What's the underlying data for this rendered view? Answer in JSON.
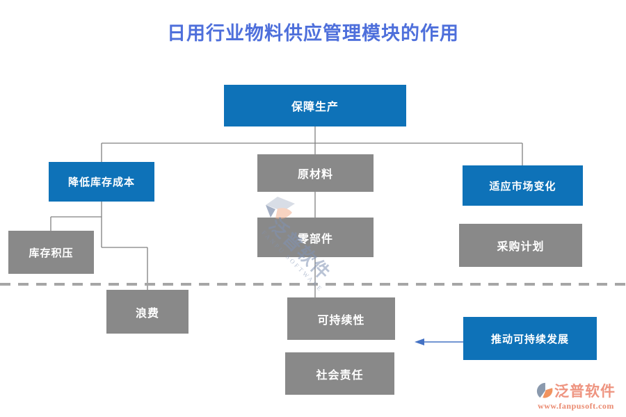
{
  "title": "日用行业物料供应管理模块的作用",
  "colors": {
    "title": "#4e6fdb",
    "blue_box": "#0e72b8",
    "gray_box": "#898989",
    "connector_line": "#808080",
    "dashed_divider": "#a6a6a6",
    "arrow": "#4472c4",
    "brand_text": "#ee9480"
  },
  "diagram": {
    "nodes": [
      {
        "label": "保障生产",
        "style": "blue"
      },
      {
        "label": "降低库存成本",
        "style": "blue"
      },
      {
        "label": "原材料",
        "style": "gray"
      },
      {
        "label": "适应市场变化",
        "style": "blue"
      },
      {
        "label": "库存积压",
        "style": "gray"
      },
      {
        "label": "零部件",
        "style": "gray"
      },
      {
        "label": "采购计划",
        "style": "gray"
      },
      {
        "label": "浪费",
        "style": "gray"
      },
      {
        "label": "可持续性",
        "style": "gray"
      },
      {
        "label": "推动可持续发展",
        "style": "blue"
      },
      {
        "label": "社会责任",
        "style": "gray"
      }
    ]
  },
  "watermark": {
    "text_cn": "泛普软件",
    "text_en": "FANPU SOFTWARE"
  },
  "brand": {
    "name": "泛普软件",
    "url": "www.fanpusoft.com"
  }
}
